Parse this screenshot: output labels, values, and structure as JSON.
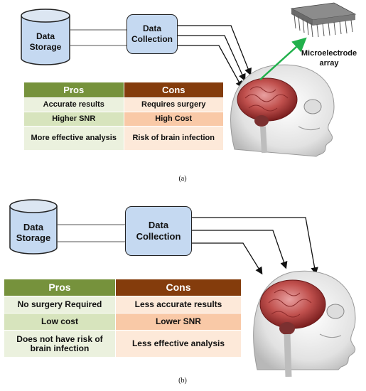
{
  "panel_a": {
    "storage_label": [
      "Data",
      "Storage"
    ],
    "collection_label": [
      "Data",
      "Collection"
    ],
    "electrode_label": [
      "Microelectrode",
      "array"
    ],
    "table": {
      "headers": [
        "Pros",
        "Cons"
      ],
      "rows": [
        [
          "Accurate results",
          "Requires surgery"
        ],
        [
          "Higher SNR",
          "High Cost"
        ],
        [
          "More effective analysis",
          "Risk of brain infection"
        ]
      ]
    },
    "caption": "(a)"
  },
  "panel_b": {
    "storage_label": [
      "Data",
      "Storage"
    ],
    "collection_label": [
      "Data",
      "Collection"
    ],
    "table": {
      "headers": [
        "Pros",
        "Cons"
      ],
      "rows": [
        [
          "No surgery Required",
          "Less accurate results"
        ],
        [
          "Low cost",
          "Lower SNR"
        ],
        [
          "Does not have risk of brain infection",
          "Less effective analysis"
        ]
      ]
    },
    "caption": "(b)"
  },
  "colors": {
    "pros_header": "#76923c",
    "cons_header": "#843c0c",
    "pros_light": "#ebf1de",
    "pros_dark": "#d7e4bd",
    "cons_light": "#fde9d9",
    "cons_dark": "#f9c9a7",
    "collection_fill": "#c5d9f1",
    "storage_fill": "#c5d9f1",
    "arrow_green": "#22b14c"
  }
}
